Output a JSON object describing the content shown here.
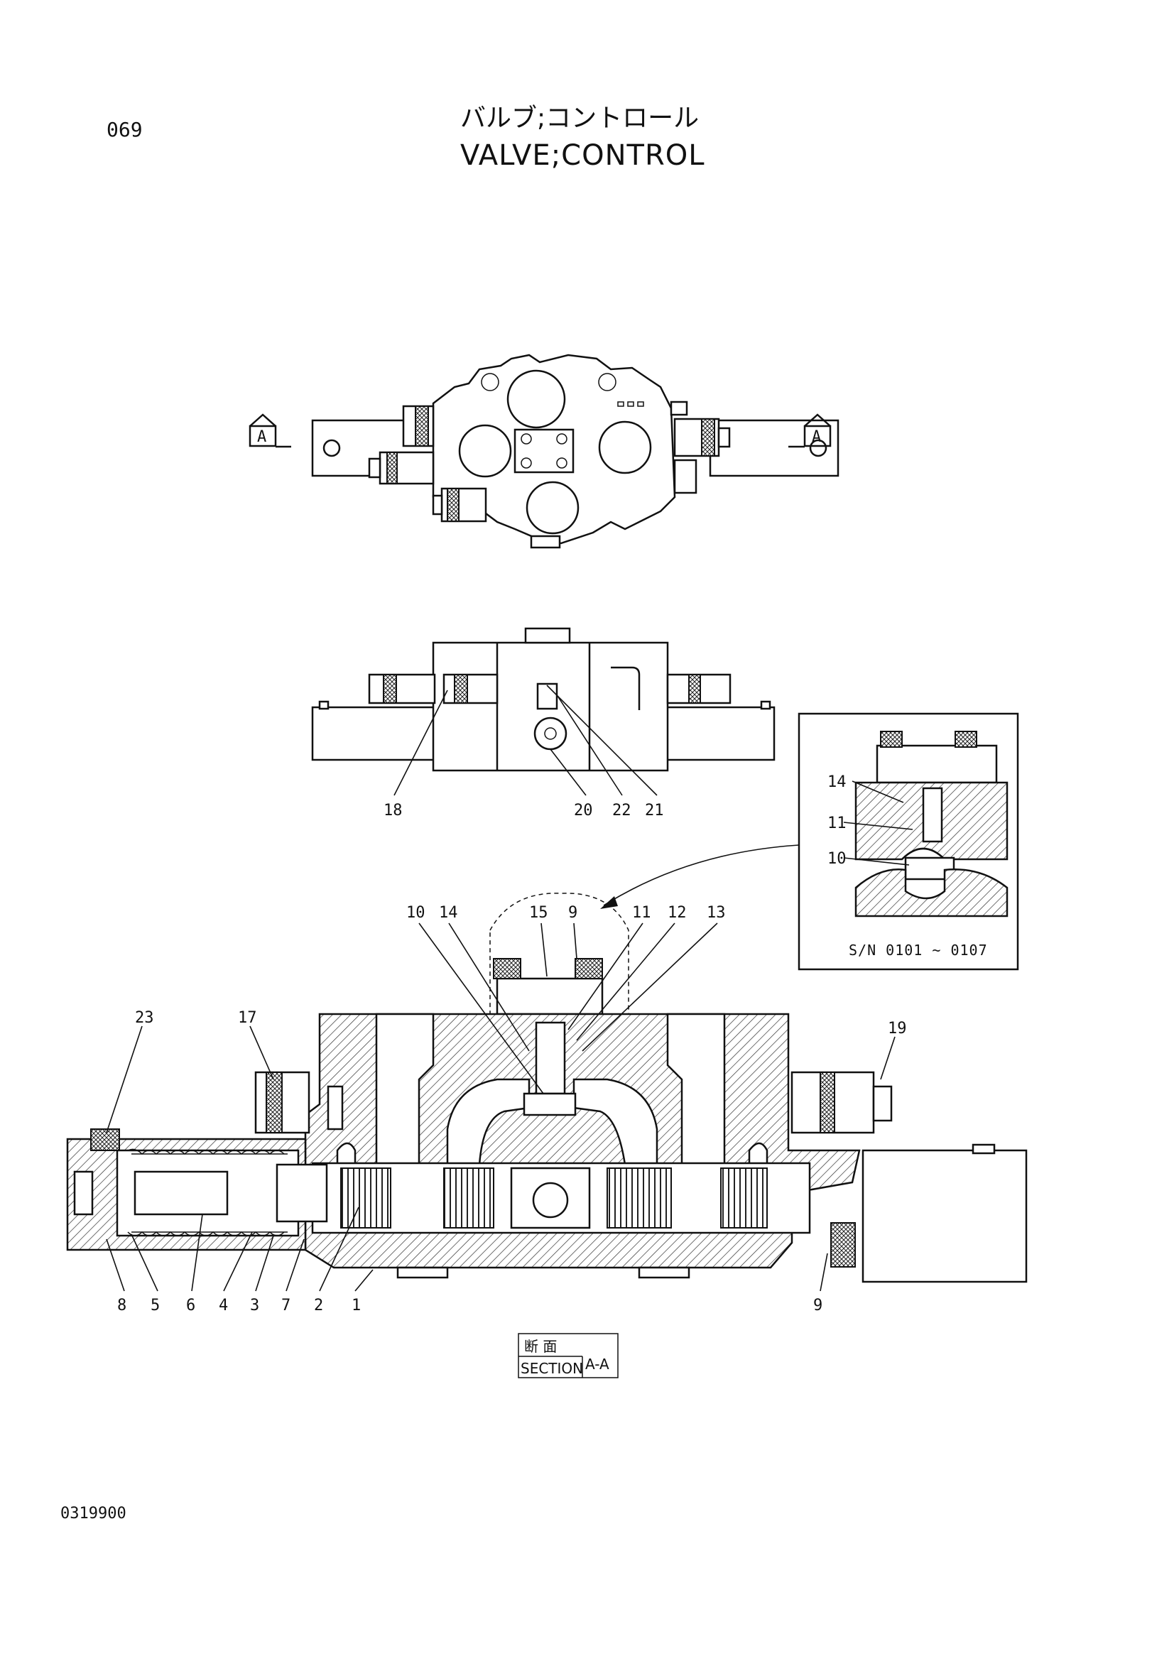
{
  "header": {
    "page_number": "069",
    "title_japanese": "バルブ;コントロール",
    "title_english": "VALVE;CONTROL"
  },
  "top_view": {
    "section_markers": [
      "A",
      "A"
    ]
  },
  "front_view": {
    "callouts": [
      "18",
      "20",
      "22",
      "21"
    ]
  },
  "detail_view": {
    "callouts": [
      "14",
      "11",
      "10"
    ],
    "serial_range": "S/N  0101 ~ 0107"
  },
  "section_view": {
    "callouts_top": [
      "10",
      "14",
      "15",
      "9",
      "11",
      "12",
      "13"
    ],
    "callouts_left": [
      "23",
      "17"
    ],
    "callouts_right": [
      "19"
    ],
    "callouts_bottom": [
      "8",
      "5",
      "6",
      "4",
      "3",
      "7",
      "2",
      "1",
      "9"
    ],
    "label_japanese": "断 面",
    "label_section": "SECTION",
    "label_letters": "A-A"
  },
  "footer": {
    "drawing_code": "0319900"
  }
}
